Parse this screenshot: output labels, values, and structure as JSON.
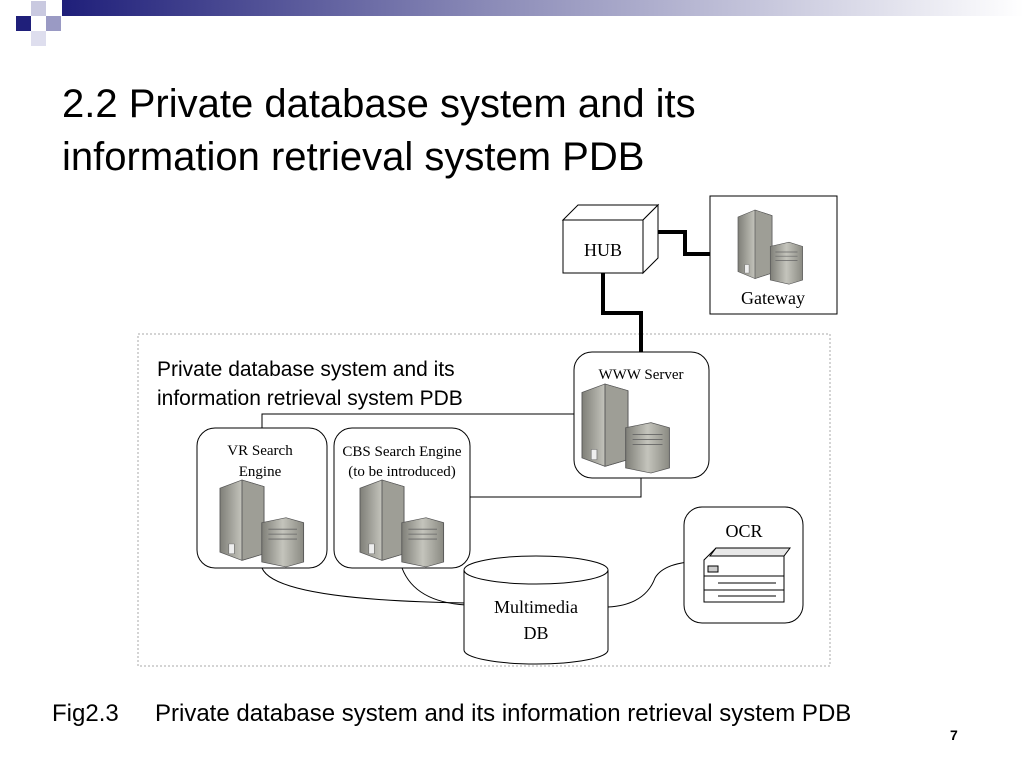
{
  "slide": {
    "title_line1": "2.2 Private database system and its",
    "title_line2": "information retrieval system PDB",
    "caption_number": "Fig2.3",
    "caption_text": "Private database system and its information retrieval system PDB",
    "page_number": "7"
  },
  "diagram": {
    "group_label_line1": "Private database system and its",
    "group_label_line2": "information retrieval system PDB",
    "nodes": {
      "hub": "HUB",
      "gateway": "Gateway",
      "www_server": "WWW Server",
      "vr_search_line1": "VR Search",
      "vr_search_line2": "Engine",
      "cbs_search_line1": "CBS Search Engine",
      "cbs_search_line2": "(to be introduced)",
      "db_line1": "Multimedia",
      "db_line2": "DB",
      "ocr": "OCR"
    }
  },
  "colors": {
    "accent": "#1f1f7a",
    "server": "#a9a9a2",
    "band_end": "#ffffff"
  }
}
